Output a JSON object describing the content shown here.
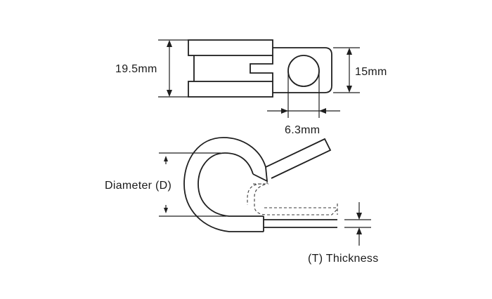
{
  "labels": {
    "width_label": "19.5mm",
    "tab_width_label": "15mm",
    "hole_label": "6.3mm",
    "diameter_label": "Diameter (D)",
    "thickness_label": "(T) Thickness"
  },
  "colors": {
    "line": "#1f1f1f",
    "background": "#ffffff"
  }
}
